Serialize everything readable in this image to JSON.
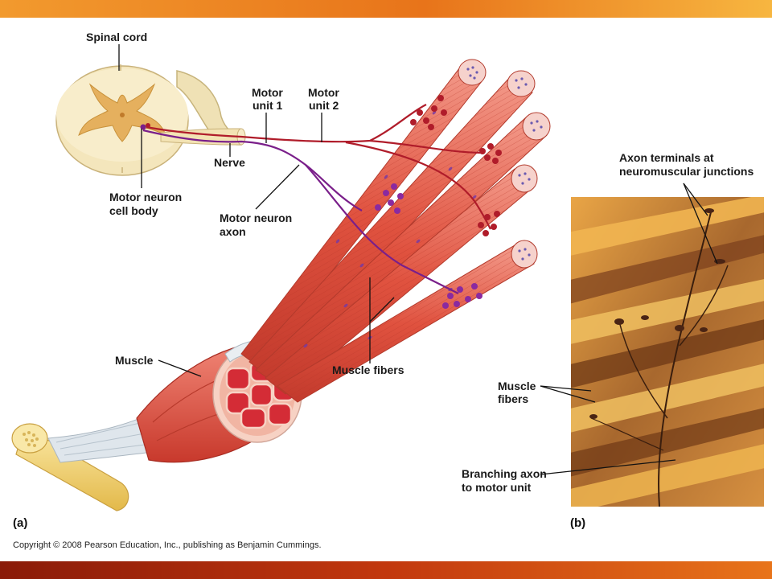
{
  "labels": {
    "spinal_cord": "Spinal cord",
    "motor_unit_1_a": "Motor",
    "motor_unit_1_b": "unit 1",
    "motor_unit_2_a": "Motor",
    "motor_unit_2_b": "unit 2",
    "nerve": "Nerve",
    "cell_body_a": "Motor neuron",
    "cell_body_b": "cell body",
    "axon_a": "Motor neuron",
    "axon_b": "axon",
    "muscle": "Muscle",
    "muscle_fibers": "Muscle fibers",
    "terminals_a": "Axon terminals at",
    "terminals_b": "neuromuscular junctions",
    "b_fibers_a": "Muscle",
    "b_fibers_b": "fibers",
    "branching_a": "Branching axon",
    "branching_b": "to motor unit",
    "panel_a": "(a)",
    "panel_b": "(b)"
  },
  "copyright": "Copyright © 2008 Pearson Education, Inc., publishing as Benjamin Cummings.",
  "colors": {
    "top_bar": "#e87a1a",
    "bottom_bar": "#b02a0c",
    "motor_unit_1": "#b01c2a",
    "motor_unit_2": "#7a1f8a",
    "muscle": "#e8574a",
    "tendon": "#f3d77a"
  }
}
